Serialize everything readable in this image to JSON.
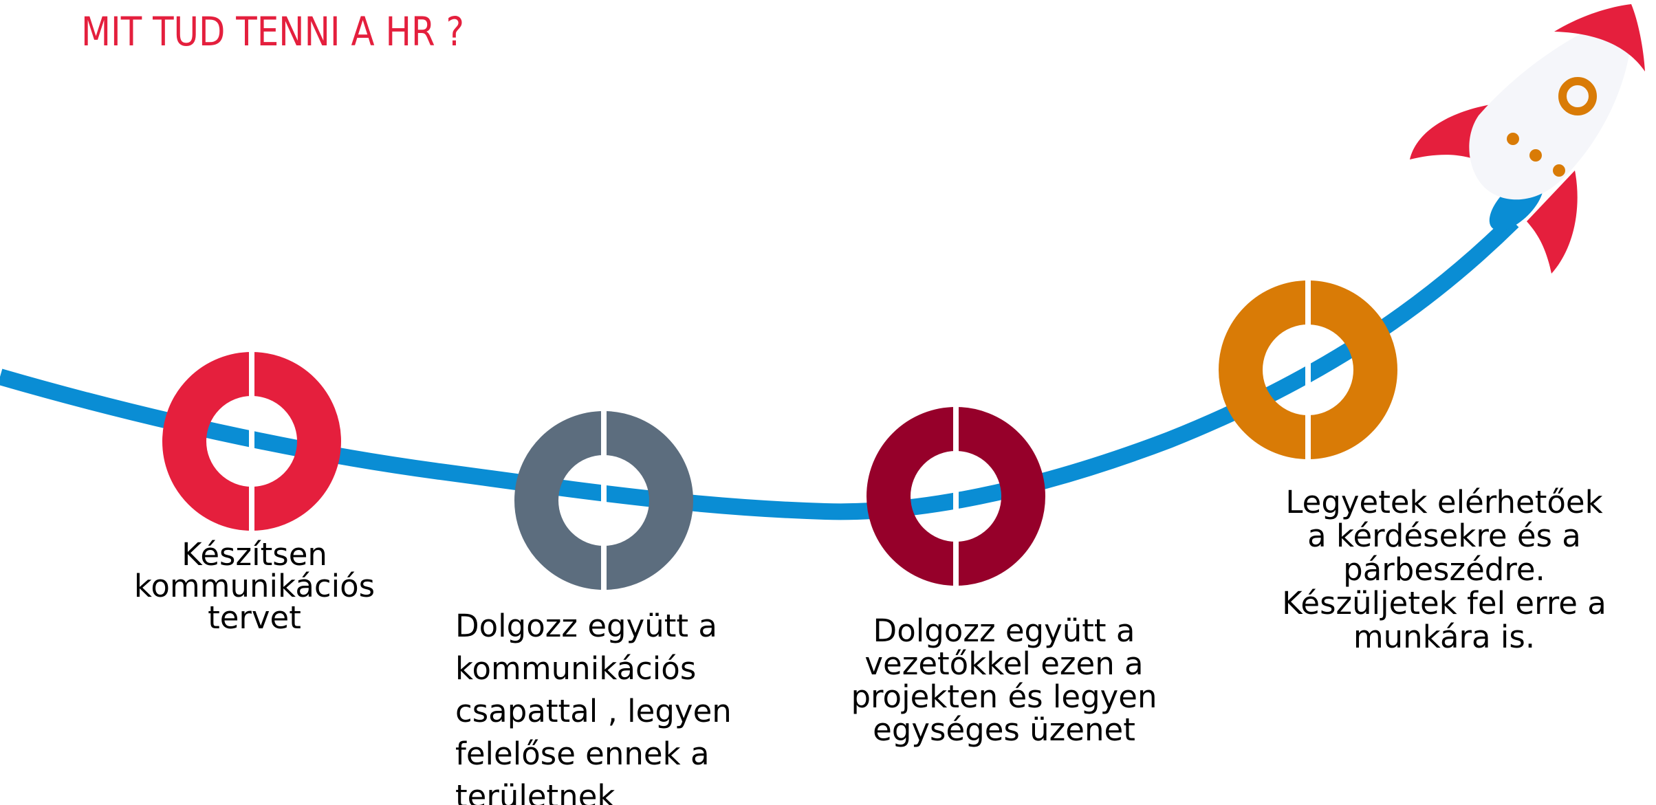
{
  "title": "MIT TUD TENNI A HR ?",
  "colors": {
    "title": "#e41f3d",
    "path": "#0a8dd4",
    "step1": "#e51f3d",
    "step2": "#5c6d7e",
    "step3": "#96002a",
    "step4": "#d97b06",
    "rocket_body": "#f5f6fa",
    "rocket_fin": "#e51f3d",
    "rocket_detail": "#d97b06",
    "rocket_base": "#0a8dd4"
  },
  "steps": [
    {
      "id": "step-1",
      "icon": "donut-marker",
      "lines": [
        "Készítsen",
        "kommunikációs",
        "tervet"
      ]
    },
    {
      "id": "step-2",
      "icon": "donut-marker",
      "lines": [
        "Dolgozz együtt a",
        "kommunikációs",
        "csapattal , legyen",
        "felelőse ennek a",
        "területnek"
      ]
    },
    {
      "id": "step-3",
      "icon": "donut-marker",
      "lines": [
        "Dolgozz együtt a",
        "vezetőkkel ezen a",
        "projekten és legyen",
        "egységes üzenet"
      ]
    },
    {
      "id": "step-4",
      "icon": "donut-marker",
      "lines": [
        "Legyetek elérhetőek",
        "a kérdésekre és a",
        "párbeszédre.",
        "Készüljetek fel erre a",
        "munkára is."
      ]
    }
  ],
  "rocket": {
    "icon": "rocket-icon"
  }
}
